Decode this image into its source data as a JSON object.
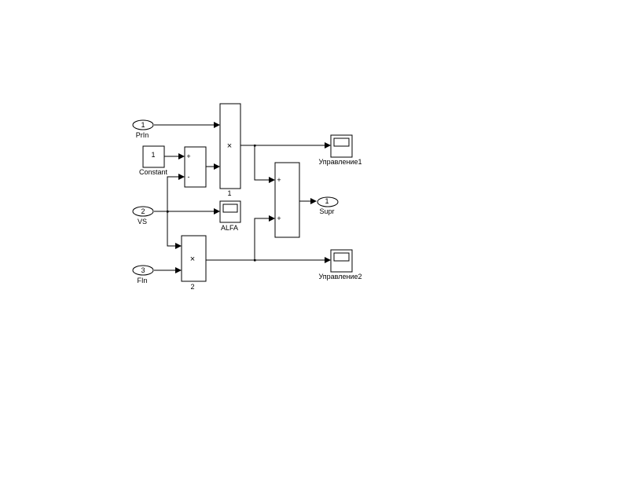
{
  "diagram": {
    "inports": [
      {
        "number": "1",
        "name": "PrIn"
      },
      {
        "number": "2",
        "name": "VS"
      },
      {
        "number": "3",
        "name": "FIn"
      }
    ],
    "constant": {
      "value": "1",
      "name": "Constant"
    },
    "sum1": {
      "sign_top": "+",
      "sign_bottom": "-"
    },
    "product1": {
      "symbol": "×",
      "name": "1"
    },
    "product2": {
      "symbol": "×",
      "name": "2"
    },
    "sum2": {
      "sign_top": "+",
      "sign_bottom": "+"
    },
    "scopes": [
      {
        "name": "ALFA"
      },
      {
        "name": "Управление1"
      },
      {
        "name": "Управление2"
      }
    ],
    "outport": {
      "number": "1",
      "name": "Supr"
    }
  },
  "colors": {
    "line": "#000000",
    "background": "#ffffff"
  }
}
